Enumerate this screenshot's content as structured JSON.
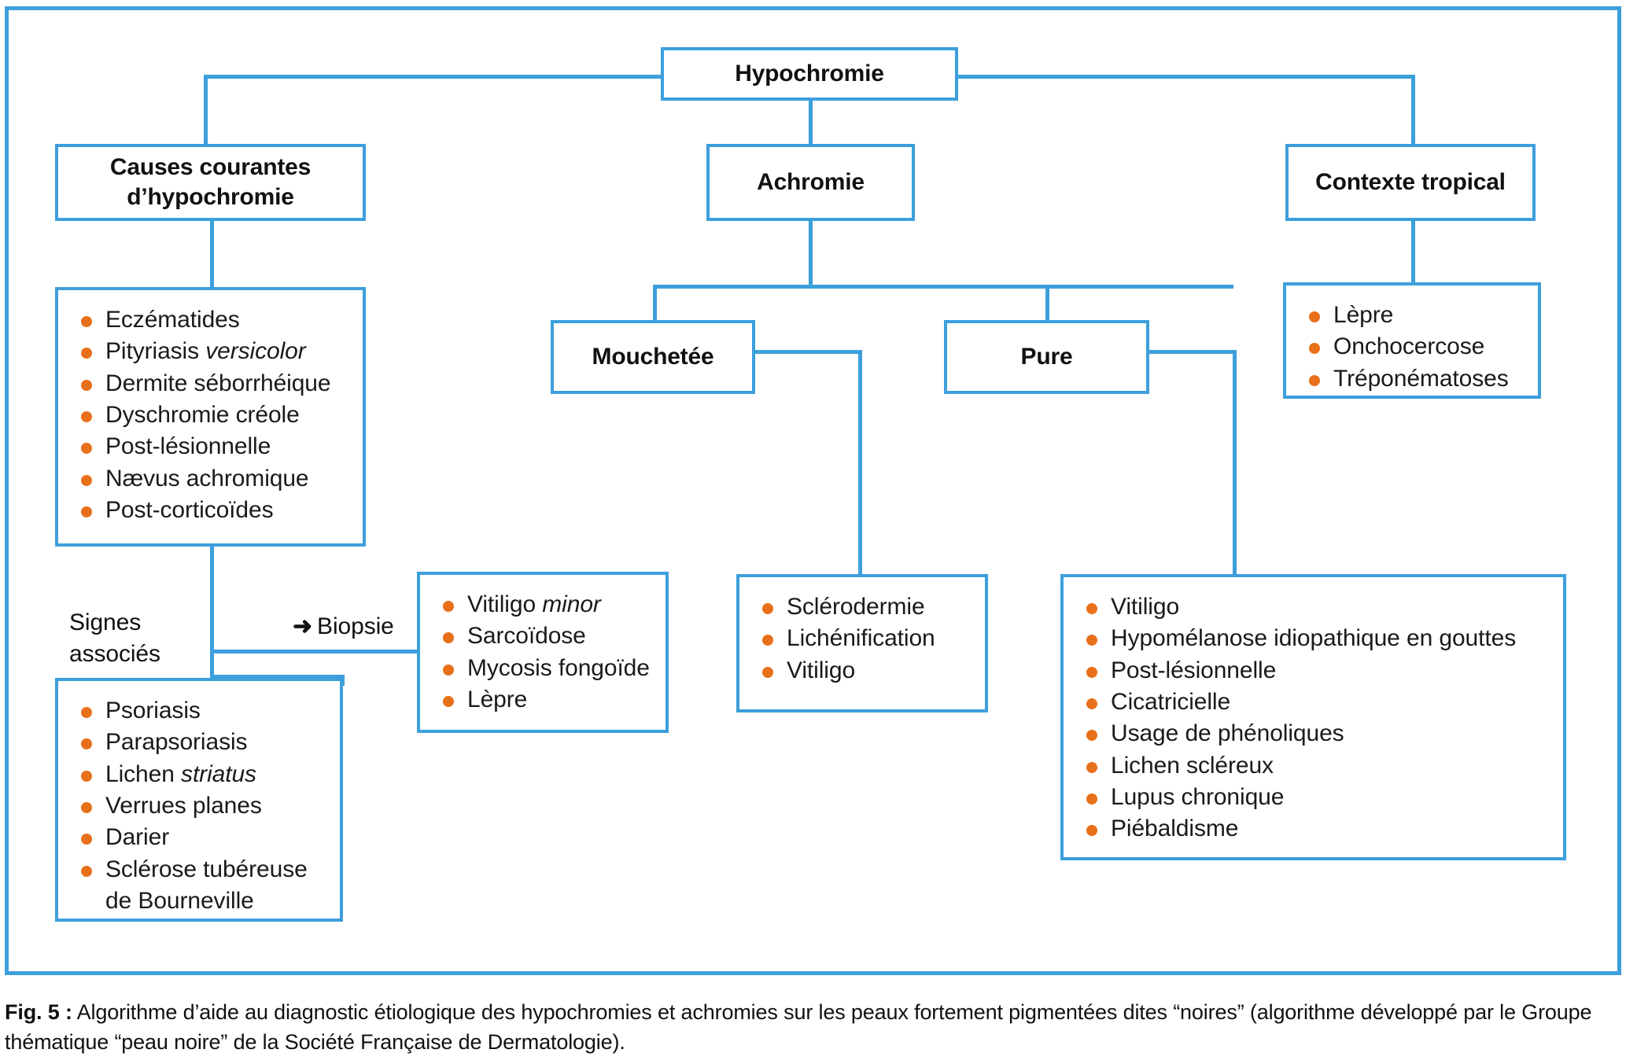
{
  "figure": {
    "caption_label": "Fig. 5 :",
    "caption_text": " Algorithme d’aide au diagnostic étiologique des hypochromies et achromies sur les peaux fortement pigmentées dites “noires” (algorithme développé par le Groupe thématique “peau noire” de la Société Française de Dermatologie)."
  },
  "colors": {
    "box_border": "#3d9fdc",
    "bullet": "#e8701a",
    "text": "#111111",
    "background": "#ffffff"
  },
  "root": {
    "title": "Hypochromie"
  },
  "branches": {
    "left": {
      "title": "Causes courantes d’hypochromie"
    },
    "middle": {
      "title": "Achromie"
    },
    "right": {
      "title": "Contexte tropical"
    }
  },
  "achromie_children": {
    "mouchetee": {
      "title": "Mouchetée"
    },
    "pure": {
      "title": "Pure"
    }
  },
  "lists": {
    "causes_courantes": {
      "items": [
        {
          "text": "Eczématides"
        },
        {
          "text": "Pityriasis ",
          "italic": "versicolor"
        },
        {
          "text": "Dermite séborrhéique"
        },
        {
          "text": "Dyschromie créole"
        },
        {
          "text": "Post-lésionnelle"
        },
        {
          "text": "Nævus achromique"
        },
        {
          "text": "Post-corticoïdes"
        }
      ]
    },
    "signes_associes": {
      "items": [
        {
          "text": "Psoriasis"
        },
        {
          "text": "Parapsoriasis"
        },
        {
          "text": "Lichen ",
          "italic": "striatus"
        },
        {
          "text": "Verrues planes"
        },
        {
          "text": "Darier"
        },
        {
          "text": "Sclérose tubéreuse"
        },
        {
          "text": "de Bourneville",
          "continuation": true
        }
      ]
    },
    "biopsie_results": {
      "items": [
        {
          "text": "Vitiligo ",
          "italic": "minor"
        },
        {
          "text": "Sarcoïdose"
        },
        {
          "text": "Mycosis fongoïde"
        },
        {
          "text": "Lèpre"
        }
      ]
    },
    "mouchetee_causes": {
      "items": [
        {
          "text": "Sclérodermie"
        },
        {
          "text": "Lichénification"
        },
        {
          "text": "Vitiligo"
        }
      ]
    },
    "pure_causes": {
      "items": [
        {
          "text": "Vitiligo"
        },
        {
          "text": "Hypomélanose idiopathique en gouttes"
        },
        {
          "text": "Post-lésionnelle"
        },
        {
          "text": "Cicatricielle"
        },
        {
          "text": "Usage de phénoliques"
        },
        {
          "text": "Lichen scléreux"
        },
        {
          "text": "Lupus chronique"
        },
        {
          "text": "Piébaldisme"
        }
      ]
    },
    "contexte_tropical": {
      "items": [
        {
          "text": "Lèpre"
        },
        {
          "text": "Onchocercose"
        },
        {
          "text": "Tréponématoses"
        }
      ]
    }
  },
  "labels": {
    "signes_associes_line1": "Signes",
    "signes_associes_line2": "associés",
    "biopsie_arrow": "➜",
    "biopsie": "Biopsie"
  }
}
